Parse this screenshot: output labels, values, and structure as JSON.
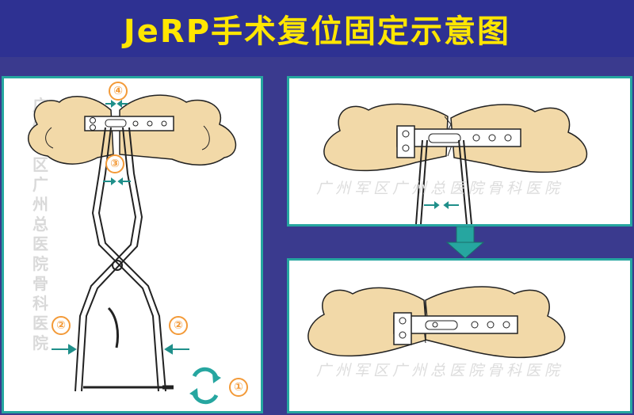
{
  "title": "JeRP手术复位固定示意图",
  "watermark": {
    "vertical": "广州军区广州总医院骨科医院",
    "horizontal": "广州军区广州总医院骨科医院"
  },
  "steps": {
    "step1": "①",
    "step2": "②",
    "step3": "③",
    "step4": "④"
  },
  "colors": {
    "background": "#2e3192",
    "title": "#ffe600",
    "panel_border": "#26a6a0",
    "bone": "#f2d9a8",
    "arrow": "#1f8f8a",
    "badge": "#f39a38"
  },
  "icons": {
    "rotate": "rotate-arrows-icon",
    "flow": "down-arrow-icon"
  }
}
